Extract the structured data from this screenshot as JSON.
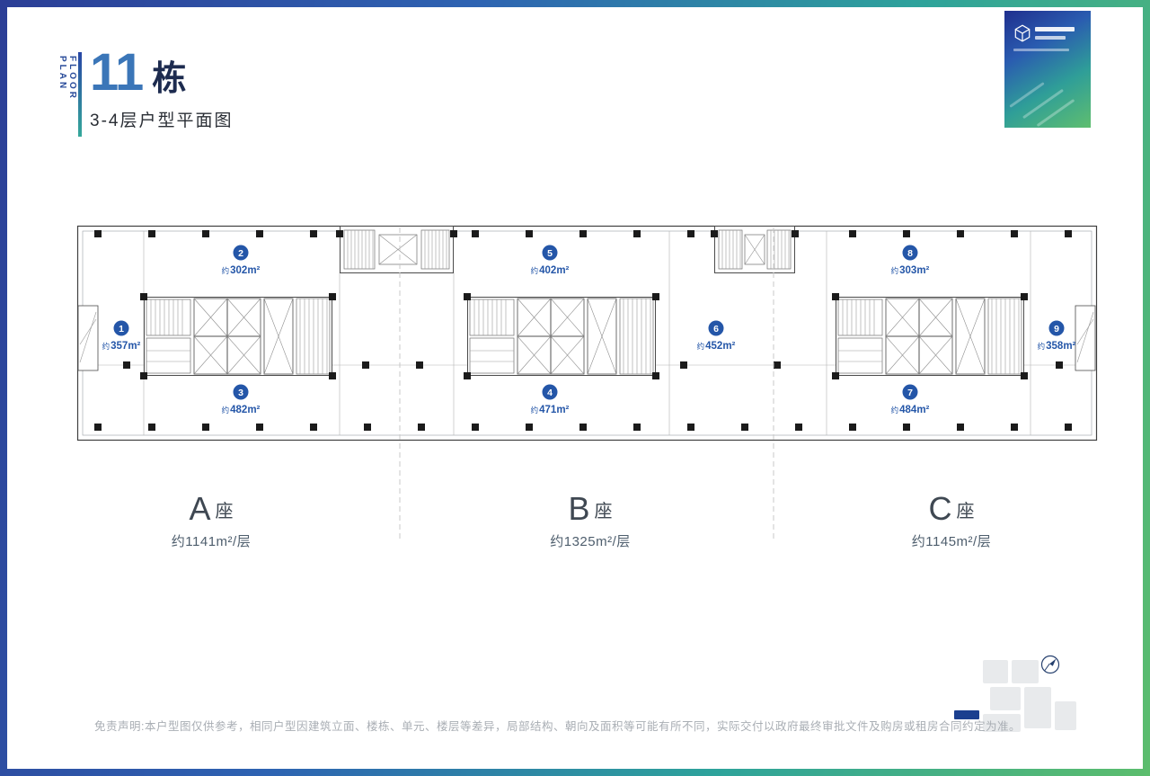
{
  "header": {
    "floor_plan_label": "FLOOR PLAN",
    "building_number": "11",
    "building_suffix": "栋",
    "subtitle": "3-4层户型平面图"
  },
  "plan": {
    "units": [
      {
        "num": "1",
        "prefix": "约",
        "area": "357m²"
      },
      {
        "num": "2",
        "prefix": "约",
        "area": "302m²"
      },
      {
        "num": "3",
        "prefix": "约",
        "area": "482m²"
      },
      {
        "num": "4",
        "prefix": "约",
        "area": "471m²"
      },
      {
        "num": "5",
        "prefix": "约",
        "area": "402m²"
      },
      {
        "num": "6",
        "prefix": "约",
        "area": "452m²"
      },
      {
        "num": "7",
        "prefix": "约",
        "area": "484m²"
      },
      {
        "num": "8",
        "prefix": "约",
        "area": "303m²"
      },
      {
        "num": "9",
        "prefix": "约",
        "area": "358m²"
      }
    ],
    "zones": [
      {
        "letter": "A",
        "suffix": "座",
        "area": "约1141m²/层"
      },
      {
        "letter": "B",
        "suffix": "座",
        "area": "约1325m²/层"
      },
      {
        "letter": "C",
        "suffix": "座",
        "area": "约1145m²/层"
      }
    ]
  },
  "footer": {
    "disclaimer": "免责声明:本户型图仅供参考，相同户型因建筑立面、楼栋、单元、楼层等差异，局部结构、朝向及面积等可能有所不同，实际交付以政府最终审批文件及购房或租房合同约定为准。"
  },
  "colors": {
    "unit_accent": "#2456a8",
    "frame_blue": "#2c3e96",
    "frame_green": "#5cbd6d",
    "title_blue": "#3b76b8",
    "navy": "#1d2b4f"
  }
}
